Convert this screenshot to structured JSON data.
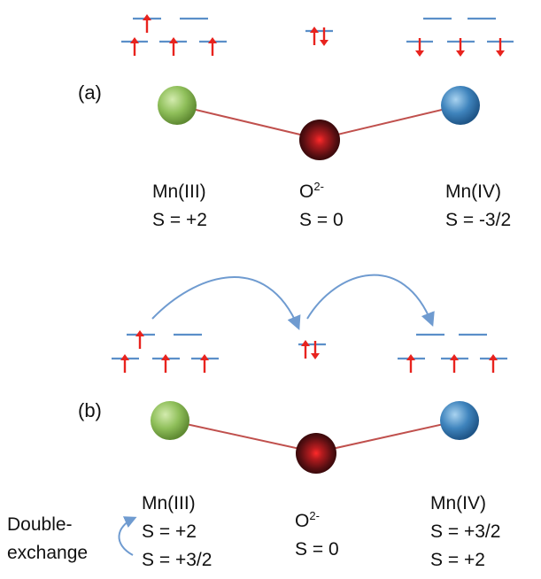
{
  "colors": {
    "level": "#5b8fc9",
    "arrow": "#e8231e",
    "bond": "#c0504d",
    "hop": "#6f9bd0",
    "mn3": "#8fbf5a",
    "mn4": "#3f84bd",
    "oxygen": "#5a0f12"
  },
  "panel_a": {
    "label": "(a)",
    "mn3_name": "Mn(III)",
    "mn3_spin": "S = +2",
    "o_name": "O",
    "o_charge": "2-",
    "o_spin": "S = 0",
    "mn4_name": "Mn(IV)",
    "mn4_spin": "S = -3/2"
  },
  "panel_b": {
    "label": "(b)",
    "mn3_name": "Mn(III)",
    "mn3_spin_1": "S = +2",
    "mn3_spin_2": "S = +3/2",
    "o_name": "O",
    "o_charge": "2-",
    "o_spin": "S = 0",
    "mn4_name": "Mn(IV)",
    "mn4_spin_1": "S = +3/2",
    "mn4_spin_2": "S = +2",
    "mechanism_line_1": "Double-",
    "mechanism_line_2": "exchange"
  }
}
